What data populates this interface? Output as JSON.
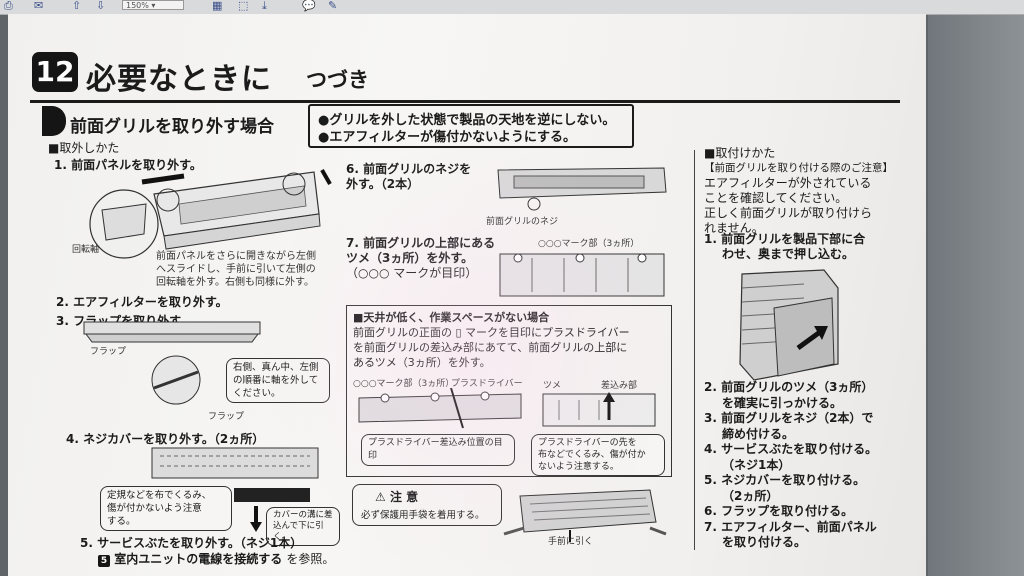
{
  "toolbar": {
    "zoom": "150%",
    "icons": [
      "print-icon",
      "mail-icon",
      "upload-icon",
      "download-icon",
      "zoom-select",
      "page-icon",
      "fit-width-icon",
      "fit-page-icon",
      "comment-icon",
      "pen-icon"
    ]
  },
  "header": {
    "badge": "12",
    "title": "必要なときに",
    "subtitle": "つづき"
  },
  "section": {
    "title": "前面グリルを取り外す場合",
    "warnings": [
      "●グリルを外した状態で製品の天地を逆にしない。",
      "●エアフィルターが傷付かないようにする。"
    ]
  },
  "left": {
    "removal_heading": "■取外しかた",
    "step1": "1.  前面パネルを取り外す。",
    "step1_label_axis": "回転軸",
    "step1_note": [
      "前面パネルをさらに開きながら左側",
      "へスライドし、手前に引いて左側の",
      "回転軸を外す。右側も同様に外す。"
    ],
    "step2": "2.  エアフィルターを取り外す。",
    "step3": "3.  フラップを取り外す。",
    "flap_label": "フラップ",
    "flap_callout": [
      "右側、真ん中、左側",
      "の順番に軸を外して",
      "ください。"
    ],
    "flap_label2": "フラップ",
    "step4": "4.  ネジカバーを取り外す。（2ヵ所）",
    "step4_note": [
      "定規などを布でくるみ、",
      "傷が付かないよう注意",
      "する。"
    ],
    "step4_note2": [
      "カバーの溝に差",
      "込んで下に引く。"
    ],
    "step5a": "5.  サービスぶたを取り外す。（ネジ1本）",
    "step5b_badge": "5",
    "step5b": "室内ユニットの電線を接続する",
    "step5b_tail": "を参照。"
  },
  "middle": {
    "step6": [
      "6.  前面グリルのネジを",
      "外す。（2本）"
    ],
    "screw_label": "前面グリルのネジ",
    "step7": [
      "7.  前面グリルの上部にある",
      "ツメ（3ヵ所）を外す。",
      "（○○○ マークが目印）"
    ],
    "mark_label": "○○○マーク部（3ヵ所）",
    "note_title": "■天井が低く、作業スペースがない場合",
    "note_body": [
      "前面グリルの正面の ▯ マークを目印にプラスドライバー",
      "を前面グリルの差込み部にあてて、前面グリルの上部に",
      "あるツメ（3ヵ所）を外す。"
    ],
    "note_mark": "○○○マーク部（3ヵ所）",
    "note_driver": "プラスドライバー",
    "note_claw": "ツメ",
    "note_insert": "差込み部",
    "note_bottom_left": "プラスドライバー差込み位置の目印",
    "note_bottom_right": [
      "プラスドライバーの先を",
      "布などでくるみ、傷が付か",
      "ないよう注意する。"
    ],
    "caution_title": "注 意",
    "caution_body": "必ず保護用手袋を着用する。",
    "pull_label": "手前に引く"
  },
  "right": {
    "heading": "■取付けかた",
    "caution_heading": "【前面グリルを取り付ける際のご注意】",
    "caution_body": [
      "エアフィルターが外されている",
      "ことを確認してください。",
      "正しく前面グリルが取り付けら",
      "れません。"
    ],
    "step1": [
      "1.  前面グリルを製品下部に合",
      "わせ、奥まで押し込む。"
    ],
    "steps": [
      "2.  前面グリルのツメ（3ヵ所）",
      "を確実に引っかける。",
      "3.  前面グリルをネジ（2本）で",
      "締め付ける。",
      "4.  サービスぶたを取り付ける。",
      "（ネジ1本）",
      "5.  ネジカバーを取り付ける。",
      "（2ヵ所）",
      "6.  フラップを取り付ける。",
      "7.  エアフィルター、前面パネル",
      "を取り付ける。"
    ]
  }
}
